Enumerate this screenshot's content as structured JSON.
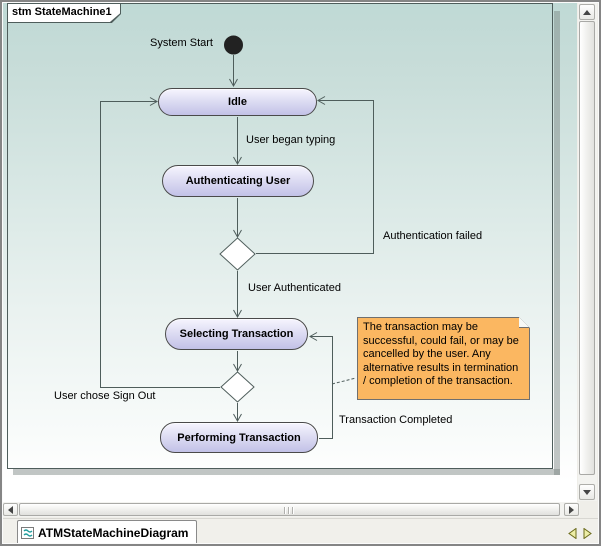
{
  "frame": {
    "label": "stm StateMachine1"
  },
  "diagram": {
    "initial_node_label": "System Start",
    "states": [
      {
        "label": "Idle"
      },
      {
        "label": "Authenticating User"
      },
      {
        "label": "Selecting Transaction"
      },
      {
        "label": "Performing Transaction"
      }
    ],
    "transitions": [
      {
        "label": "User began typing"
      },
      {
        "label": "Authentication failed"
      },
      {
        "label": "User Authenticated"
      },
      {
        "label": "User chose Sign Out"
      },
      {
        "label": "Transaction Completed"
      }
    ],
    "note": {
      "text": "The transaction may be successful, could fail, or may be cancelled by the user. Any alternative results in termination / completion of the transaction.",
      "fill_color": "#FBB761"
    }
  },
  "scrollbars": {
    "icons": {
      "up": "scroll-up-arrow",
      "down": "scroll-down-arrow",
      "left": "scroll-left-arrow",
      "right": "scroll-right-arrow"
    }
  },
  "tab_bar": {
    "active_tab": "ATMStateMachineDiagram",
    "icons": {
      "tab": "diagram-icon",
      "prev": "tab-prev-arrow",
      "next": "tab-next-arrow"
    }
  },
  "colors": {
    "canvas_top": "#BFD9D5",
    "canvas_bottom": "#FFFFFF",
    "state_fill_top": "#F6F5FE",
    "state_fill_bottom": "#C2C1E7",
    "note_fill": "#FBB761",
    "connector_line": "#4E5D5B"
  }
}
